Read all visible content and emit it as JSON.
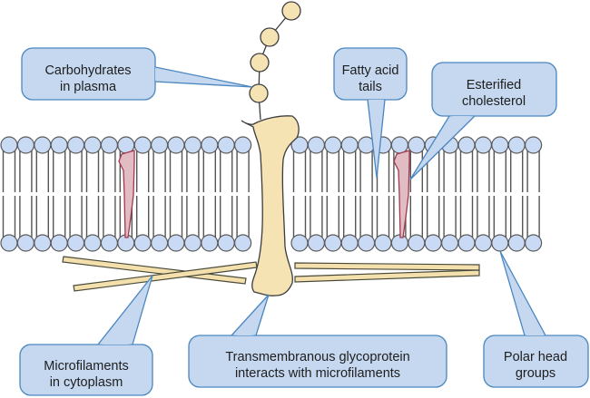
{
  "diagram": {
    "title": "Cell membrane structure",
    "colors": {
      "callout_fill": "#c5d8f0",
      "callout_stroke": "#4a86c0",
      "head_fill": "#c9daf4",
      "head_stroke": "#5a5a5a",
      "tail_stroke": "#555555",
      "protein_fill": "#f6e3b4",
      "protein_stroke": "#3c3c3c",
      "carb_fill": "#f6e3b4",
      "cholesterol_fill": "#e2bcc3",
      "cholesterol_stroke": "#a0384f",
      "filament_fill": "#f3e0ad",
      "filament_stroke": "#4a4a3a"
    },
    "lipid_bilayer": {
      "head_count_left": 15,
      "head_count_right": 15,
      "layers": [
        "outer",
        "inner"
      ]
    },
    "carbohydrate_chain": {
      "units": 4
    },
    "cholesterol_molecules": 2,
    "microfilaments": 4,
    "callouts": [
      {
        "id": "carbohydrates",
        "lines": [
          "Carbohydrates",
          "in plasma"
        ]
      },
      {
        "id": "fatty-acid-tails",
        "lines": [
          "Fatty acid",
          "tails"
        ]
      },
      {
        "id": "esterified-cholesterol",
        "lines": [
          "Esterified",
          "cholesterol"
        ]
      },
      {
        "id": "microfilaments",
        "lines": [
          "Microfilaments",
          "in cytoplasm"
        ]
      },
      {
        "id": "transmembranous-glycoprotein",
        "lines": [
          "Transmembranous glycoprotein",
          "interacts with microfilaments"
        ]
      },
      {
        "id": "polar-head-groups",
        "lines": [
          "Polar head",
          "groups"
        ]
      }
    ]
  }
}
